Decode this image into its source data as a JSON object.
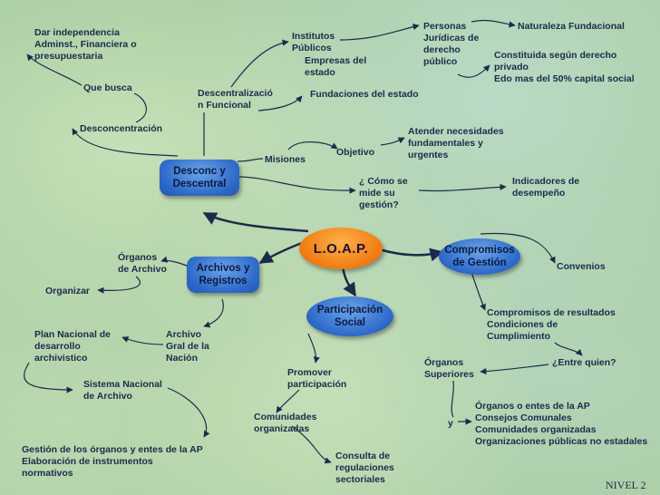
{
  "diagram": {
    "center": "L.O.A.P.",
    "nodes": {
      "desconc": "Desconc y\nDescentral",
      "archivos": "Archivos y\nRegistros",
      "participacion": "Participación\nSocial",
      "compromisos": "Compromisos\nde Gestión"
    },
    "labels": {
      "dar_independencia": "Dar independencia\nAdminst., Financiera o\npresupuestaria",
      "que_busca": "Que busca",
      "desconcentracion": "Desconcentración",
      "descentralizacion_funcional": "Descentralizació\nn Funcional",
      "institutos_publicos": "Institutos\nPúblicos",
      "empresas_estado": "Empresas del\nestado",
      "fundaciones_estado": "Fundaciones del estado",
      "personas_juridicas": "Personas\nJurídicas de\nderecho\npúblico",
      "naturaleza_fundacional": "Naturaleza Fundacional",
      "constituida": "Constituida según derecho\nprivado\nEdo mas del 50% capital social",
      "misiones": "Misiones",
      "objetivo": "Objetivo",
      "atender_necesidades": "Atender necesidades\nfundamentales y\nurgentes",
      "como_se_mide": "¿ Cómo se\nmide su\ngestión?",
      "indicadores": "Indicadores de\ndesempeño",
      "organos_archivo": "Órganos\nde Archivo",
      "organizar": "Organizar",
      "plan_nacional": "Plan Nacional de\ndesarrollo\narchivistico",
      "archivo_general": "Archivo\nGral de la\nNación",
      "sistema_nacional": "Sistema Nacional\nde Archivo",
      "gestion_organos": "Gestión de los órganos y entes de la AP\nElaboración de instrumentos\nnormativos",
      "promover": "Promover\nparticipación",
      "comunidades_organizadas": "Comunidades\norganizadas",
      "consulta": "Consulta de\nregulaciones\nsectoriales",
      "convenios": "Convenios",
      "compromisos_resultados": "Compromisos de resultados\nCondiciones de\nCumplimiento",
      "entre_quien": "¿Entre quien?",
      "organos_superiores": "Órganos\nSuperiores",
      "y": "y",
      "organos_entes": "Órganos o entes de la AP\nConsejos Comunales\nComunidades organizadas\nOrganizaciones públicas no estadales"
    },
    "footer": "NIVEL 2"
  },
  "colors": {
    "background": "#a9cda3",
    "node_blue": "#2c68c8",
    "center_orange": "#f07a10",
    "text": "#1e2a4a",
    "connector": "#1e2a4a"
  }
}
